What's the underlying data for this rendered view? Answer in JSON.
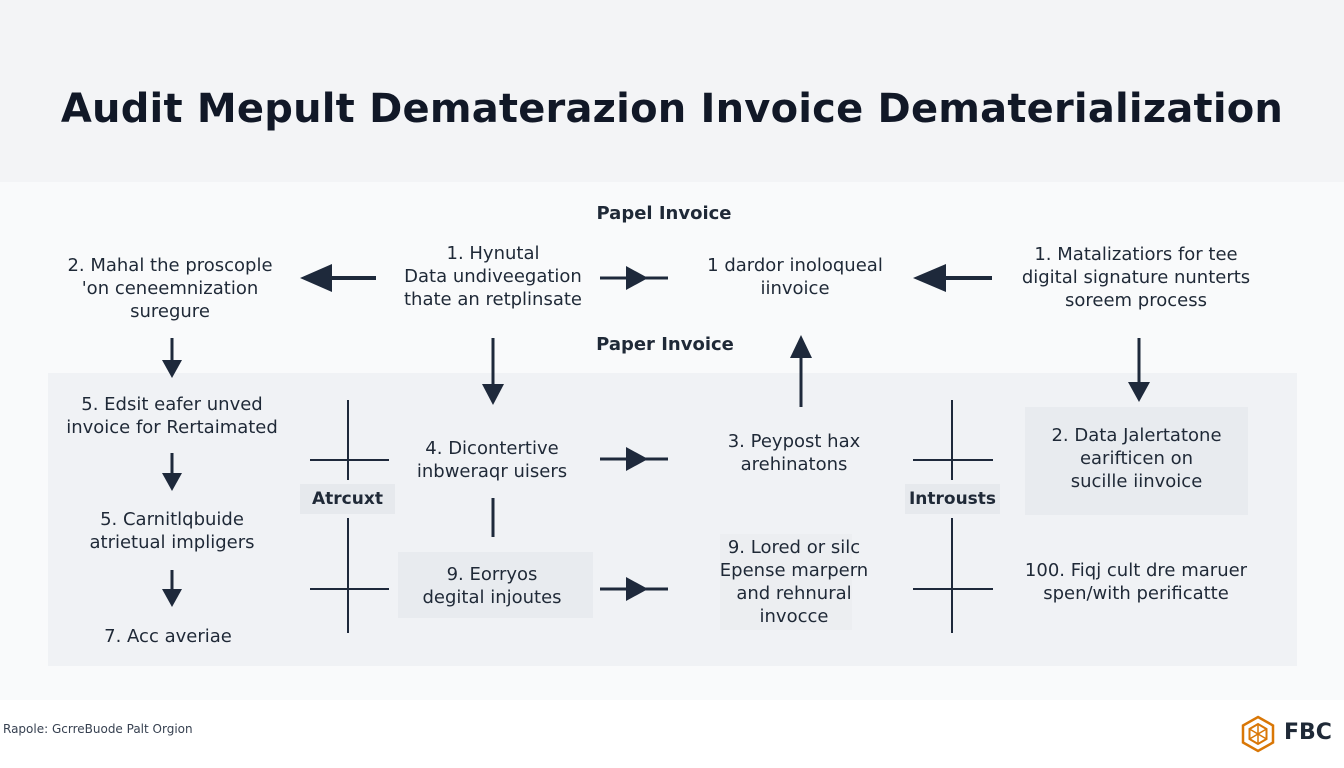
{
  "title": "Audit Mepult Dematerazion Invoice Dematerialization",
  "headings": {
    "top": "Papel Invoice",
    "mid": "Paper Invoice"
  },
  "nodes": {
    "left_top": "2.  Mahal the proscople\n'on ceneemnization\nsuregure",
    "center_top": "1.  Hynutal\nData undiveegation\nthate an retplinsate",
    "mid_top": "1 dardor inoloqueal\niinvoice",
    "right_top": "1.  Matalizatiors for tee\ndigital signature nunterts\nsoreem process",
    "left_1": "5.  Edsit eafer unved\ninvoice for Rertaimated",
    "left_2": "5.  Carnitlqbuide\natrietual impligers",
    "left_3": "7.  Acc averiae",
    "center_1": "4.  Dicontertive\ninbweraqr uisers",
    "center_2": "9.  Eorryos\ndegital injoutes",
    "mid_1": "3.  Peypost hax\narehinatons",
    "mid_2": "9.  Lored or silc\nEpense marpern\nand rehnural\ninvocce",
    "right_1": "2.  Data Jalertatone\nearifticen on\nsucille iinvoice",
    "right_2": "100.  Fiqj cult dre maruer\nspen/with perificatte"
  },
  "labels": {
    "left": "Atrcuxt",
    "right": "Introusts"
  },
  "footer": {
    "source": "Rapole: GcrreBuode Palt Orgion",
    "logo": "FBC"
  },
  "colors": {
    "ink": "#1e293b",
    "logo_accent": "#d97706"
  }
}
